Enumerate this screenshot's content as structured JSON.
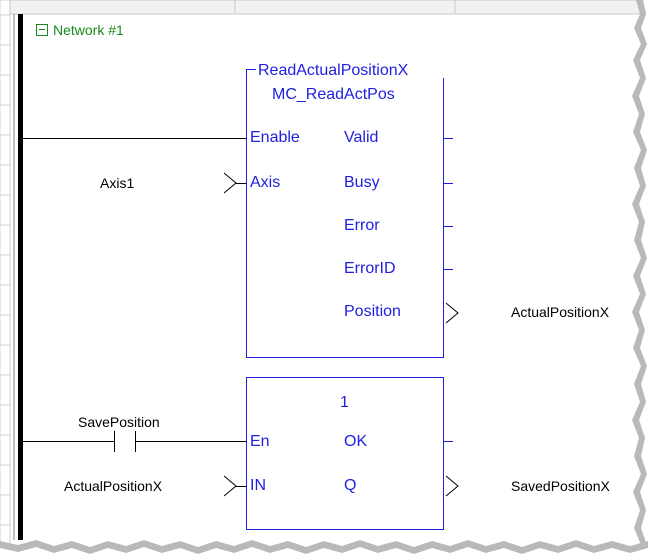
{
  "network": {
    "collapse_glyph": "minus",
    "title": "Network #1"
  },
  "block1": {
    "instance": "ReadActualPositionX",
    "type": "MC_ReadActPos",
    "inputs": [
      "Enable",
      "Axis"
    ],
    "outputs": [
      "Valid",
      "Busy",
      "Error",
      "ErrorID",
      "Position"
    ]
  },
  "block2": {
    "type": "1",
    "inputs": [
      "En",
      "IN"
    ],
    "outputs": [
      "OK",
      "Q"
    ]
  },
  "variables": {
    "axis_in": "Axis1",
    "position_out": "ActualPositionX",
    "contact": "SavePosition",
    "move_in": "ActualPositionX",
    "move_out": "SavedPositionX"
  },
  "colors": {
    "block_border": "#2020e0",
    "pin_text": "#2020e0",
    "network_label": "#1a8a1a",
    "rail": "#000000",
    "grid": "#c8c8c8"
  }
}
